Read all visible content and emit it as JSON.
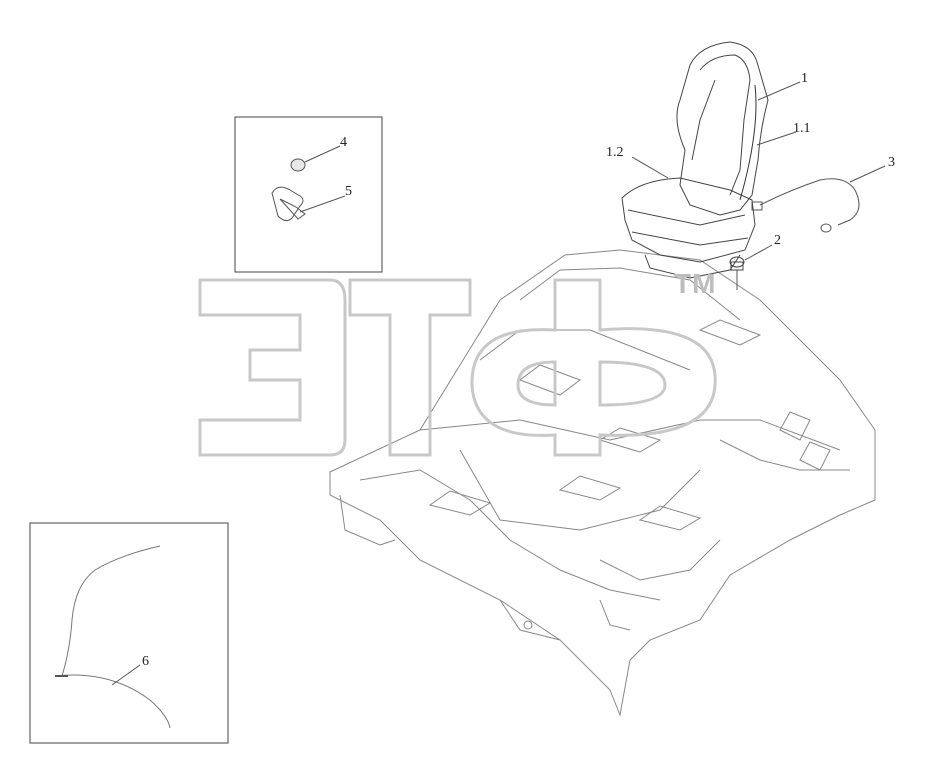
{
  "callouts": {
    "c1": "1",
    "c1_1": "1.1",
    "c1_2": "1.2",
    "c2": "2",
    "c3": "3",
    "c4": "4",
    "c5": "5",
    "c6": "6"
  },
  "watermark": {
    "text": "ЭТФ",
    "tm": "TM"
  },
  "colors": {
    "line": "#555555",
    "watermark": "#c8c8c8",
    "frame": "#444444"
  }
}
